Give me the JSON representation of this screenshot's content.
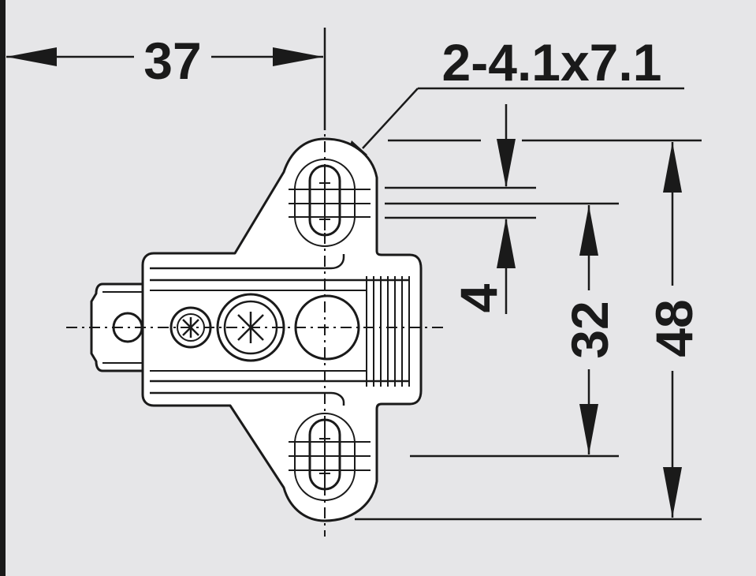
{
  "colors": {
    "background": "#e6e6e8",
    "line": "#1a1a1a",
    "part_fill": "#ffffff",
    "left_edge": "#1a1a1a"
  },
  "dimensions": {
    "horizontal_offset": "37",
    "slot_spec": "2-4.1x7.1",
    "slot_height": "4",
    "hole_spacing": "32",
    "overall_height": "48"
  }
}
